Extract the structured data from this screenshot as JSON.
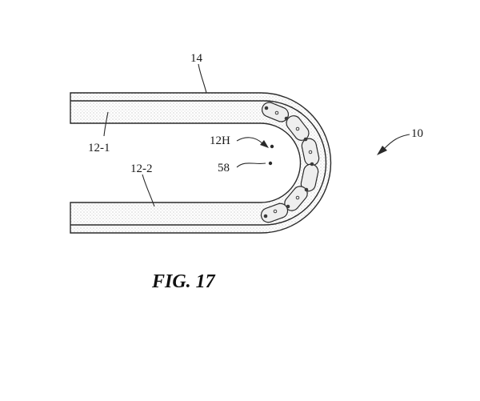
{
  "figure": {
    "caption": "FIG. 17",
    "labels": {
      "device": "10",
      "cover_layer": "14",
      "upper_portion": "12-1",
      "lower_portion": "12-2",
      "hinge": "12H",
      "links": "58"
    }
  }
}
